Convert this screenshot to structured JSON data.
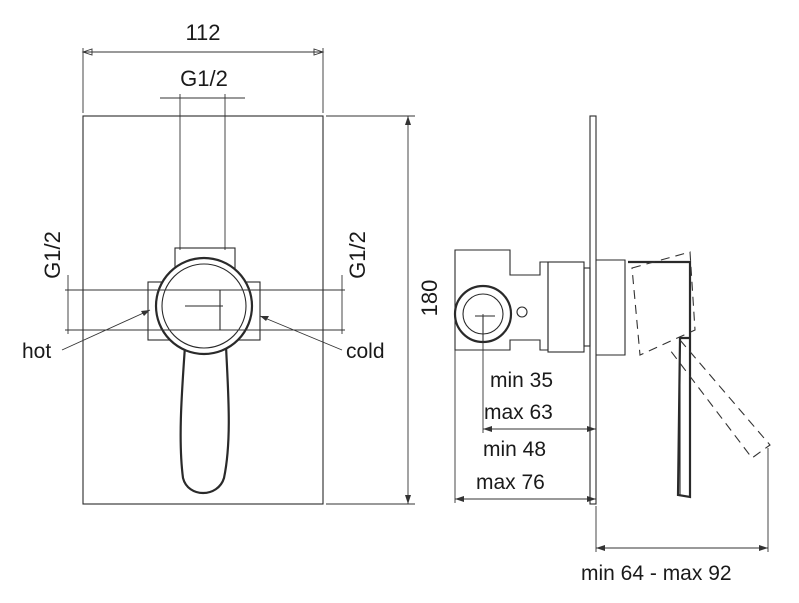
{
  "colors": {
    "ink": "#1a1a1a",
    "background": "#ffffff"
  },
  "front_view": {
    "width_label": "112",
    "top_thread_label": "G1/2",
    "left_thread_label": "G1/2",
    "right_thread_label": "G1/2",
    "hot_label": "hot",
    "cold_label": "cold",
    "height_label": "180"
  },
  "side_view": {
    "body_min_label": "min 35",
    "body_max_label": "max 63",
    "overall_min_label": "min 48",
    "overall_max_label": "max 76",
    "lever_range_label": "min 64 - max 92"
  }
}
